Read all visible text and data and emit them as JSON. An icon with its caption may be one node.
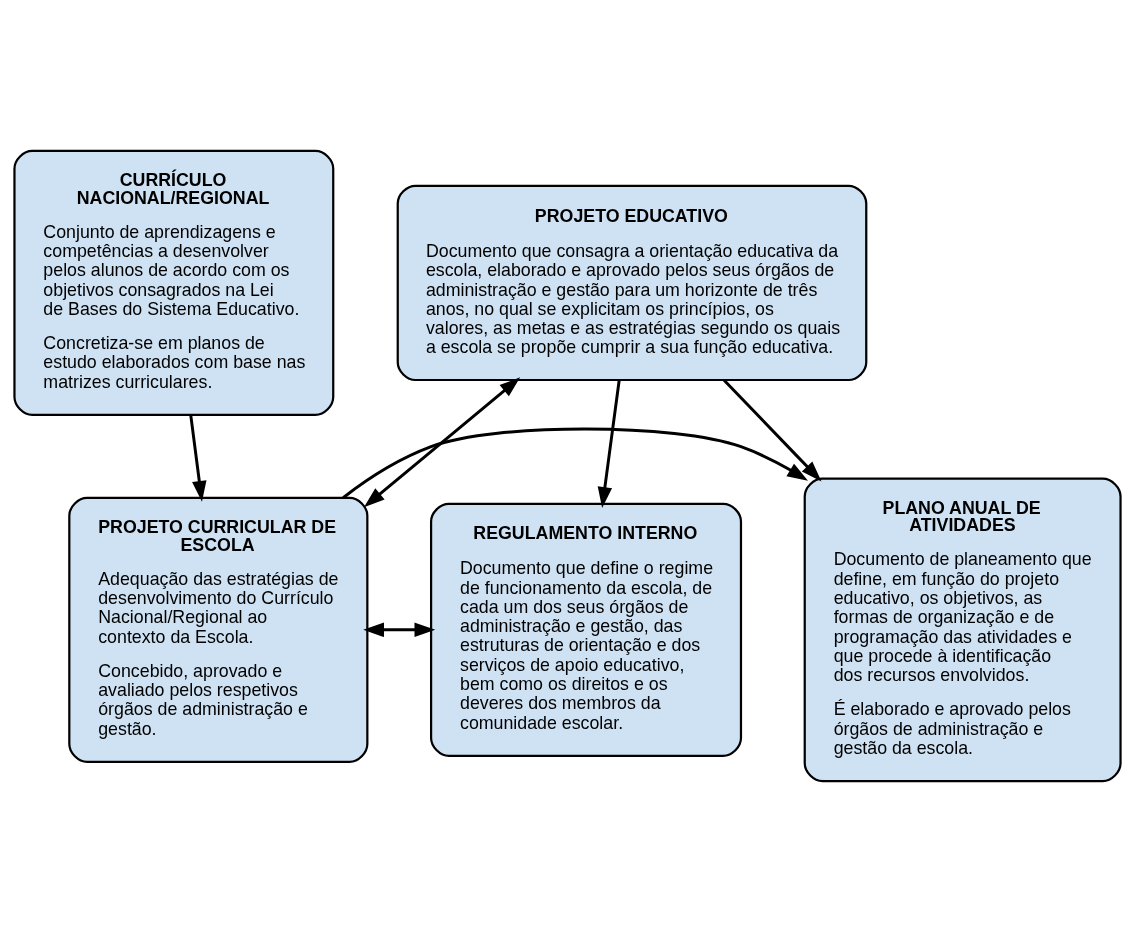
{
  "diagram": {
    "nodes": [
      {
        "text": [
          "PROJETO EDUCATIVO",
          "Documento que consagra a orientação educativa da escola, elaborado e aprovado pelos seus órgãos de administração e gestão para um horizonte de três anos, no qual se explicitam os princípios, os valores, as metas e as estratégias segundo os quais a escola se propõe cumprir a sua função educativa."
        ]
      },
      {
        "text": [
          "REGULAMENTO INTERNO",
          "Documento que define o regime de funcionamento da escola, de cada um dos seus órgãos de administração e gestão, das estruturas de orientação e dos serviços de apoio educativo, bem como os direitos e os deveres dos membros da comunidade escolar."
        ]
      },
      {
        "text": [
          "PLANO ANUAL DE ATIVIDADES",
          "Documento de planeamento que define, em função do projeto educativo, os objetivos, as formas de organização e de programação das atividades e que procede à identificação dos recursos envolvidos.",
          "É elaborado e aprovado pelos órgãos de administração e gestão da escola."
        ]
      },
      {
        "text": [
          "PROJETO CURRICULAR DE ESCOLA",
          "Adequação das estratégias de desenvolvimento do Currículo Nacional/Regional ao contexto da Escola.",
          "Concebido, aprovado e avaliado pelos respetivos órgãos de administração e gestão."
        ]
      },
      {
        "text": [
          "CURRÍCULO NACIONAL/REGIONAL",
          "Conjunto de aprendizagens e competências a desenvolver pelos alunos de acordo com os objetivos consagrados na Lei de Bases do Sistema Educativo.",
          "Concretiza-se em planos de estudo elaborados com base nas matrizes curriculares."
        ]
      }
    ],
    "edges": [
      {
        "from": 0,
        "to": 1,
        "arrow": "to"
      },
      {
        "from": 0,
        "to": 2,
        "arrow": "to"
      },
      {
        "from": 0,
        "to": 3,
        "arrow": "both"
      },
      {
        "from": 3,
        "to": 1,
        "arrow": "both"
      },
      {
        "from": 3,
        "to": 2,
        "arrow": "to"
      },
      {
        "from": 4,
        "to": 3,
        "arrow": "to"
      }
    ]
  }
}
